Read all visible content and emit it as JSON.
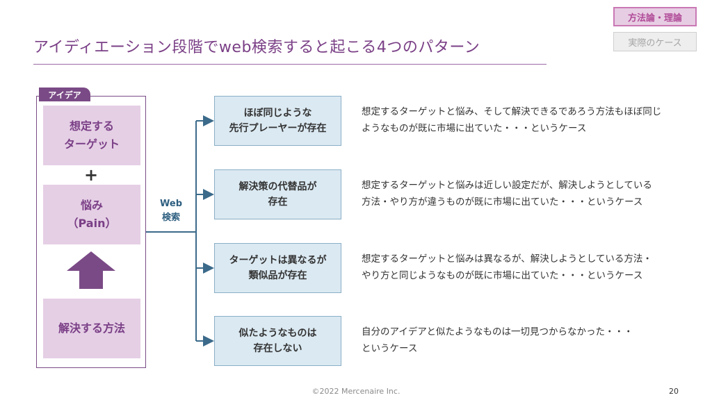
{
  "title": "アイディエーション段階でweb検索すると起こる4つのパターン",
  "tags": {
    "active": "方法論・理論",
    "inactive": "実際のケース"
  },
  "idea": {
    "label": "アイデア",
    "target": [
      "想定する",
      "ターゲット"
    ],
    "plus": "+",
    "pain": [
      "悩み",
      "（Pain）"
    ],
    "solution": "解決する方法"
  },
  "web_search": [
    "Web",
    "検索"
  ],
  "patterns": [
    {
      "title": [
        "ほぼ同じような",
        "先行プレーヤーが存在"
      ],
      "description": [
        "想定するターゲットと悩み、そして解決できるであろう方法もほぼ同じ",
        "ようなものが既に市場に出ていた・・・というケース"
      ]
    },
    {
      "title": [
        "解決策の代替品が",
        "存在"
      ],
      "description": [
        "想定するターゲットと悩みは近しい設定だが、解決しようとしている",
        "方法・やり方が違うものが既に市場に出ていた・・・というケース"
      ]
    },
    {
      "title": [
        "ターゲットは異なるが",
        "類似品が存在"
      ],
      "description": [
        "想定するターゲットと悩みは異なるが、解決しようとしている方法・",
        "やり方と同じようなものが既に市場に出ていた・・・というケース"
      ]
    },
    {
      "title": [
        "似たようなものは",
        "存在しない"
      ],
      "description": [
        "自分のアイデアと似たようなものは一切見つからなかった・・・",
        "というケース"
      ]
    }
  ],
  "footer": "©2022 Mercenaire Inc.",
  "page_number": "20",
  "colors": {
    "title": "#7a3f86",
    "idea_box": "#e5cfe5",
    "idea_border": "#7a4a86",
    "arrow": "#7a4a86",
    "pattern_box": "#dbe9f2",
    "connector": "#3b6a8a"
  }
}
